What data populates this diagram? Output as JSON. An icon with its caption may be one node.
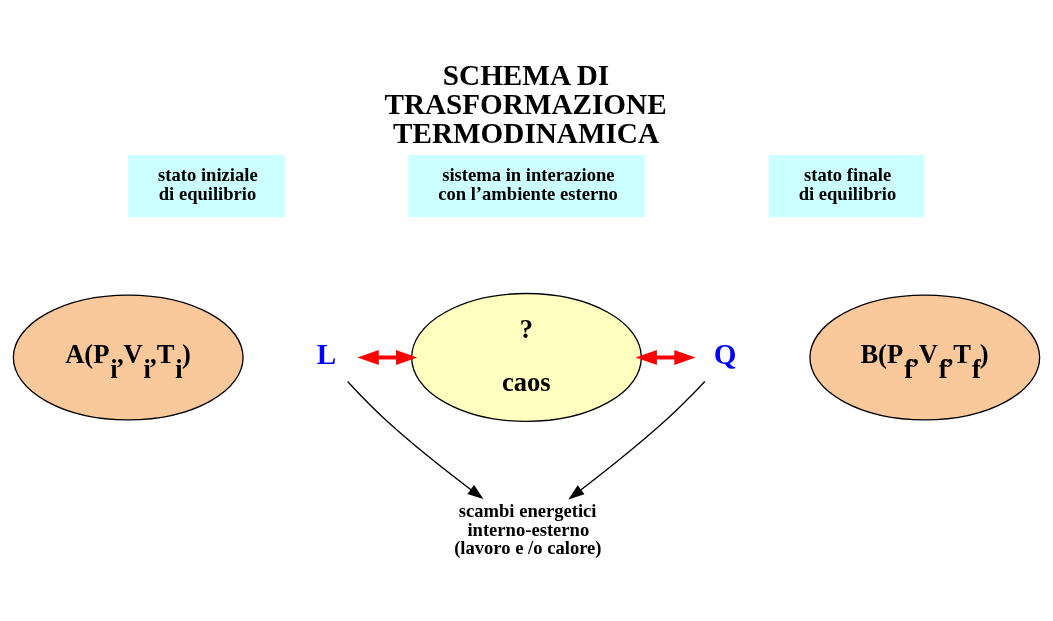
{
  "diagram": {
    "title": "SCHEMA DI TRASFORMAZIONE TERMODINAMICA",
    "nodes": [
      {
        "text": [
          "stato iniziale di equilibrio"
        ]
      },
      {
        "text": [
          "sistema in interazione con l’ambiente esterno"
        ]
      },
      {
        "text": [
          "stato finale di equilibrio"
        ]
      },
      {
        "text": [
          "A(P$_{i}$,V$_{i}$,T$_{i}$)"
        ]
      },
      {
        "text": [
          "?",
          "caos"
        ]
      },
      {
        "text": [
          "B(P$_{f}$,V$_{f}$,T$_{f}$)"
        ]
      },
      {
        "text": [
          "L"
        ]
      },
      {
        "text": [
          "Q"
        ]
      },
      {
        "text": [
          "scambi energetici interno-esterno (lavoro e /o calore)"
        ]
      }
    ],
    "edges": [
      {
        "from": 6,
        "to": 4,
        "arrow": "both",
        "style": "thick",
        "color": "#ff0000"
      },
      {
        "from": 4,
        "to": 7,
        "arrow": "both",
        "style": "thick",
        "color": "#ff0000"
      },
      {
        "from": 6,
        "to": 8,
        "arrow": "to",
        "color": "#000000"
      },
      {
        "from": 7,
        "to": 8,
        "arrow": "to",
        "color": "#000000"
      }
    ]
  }
}
